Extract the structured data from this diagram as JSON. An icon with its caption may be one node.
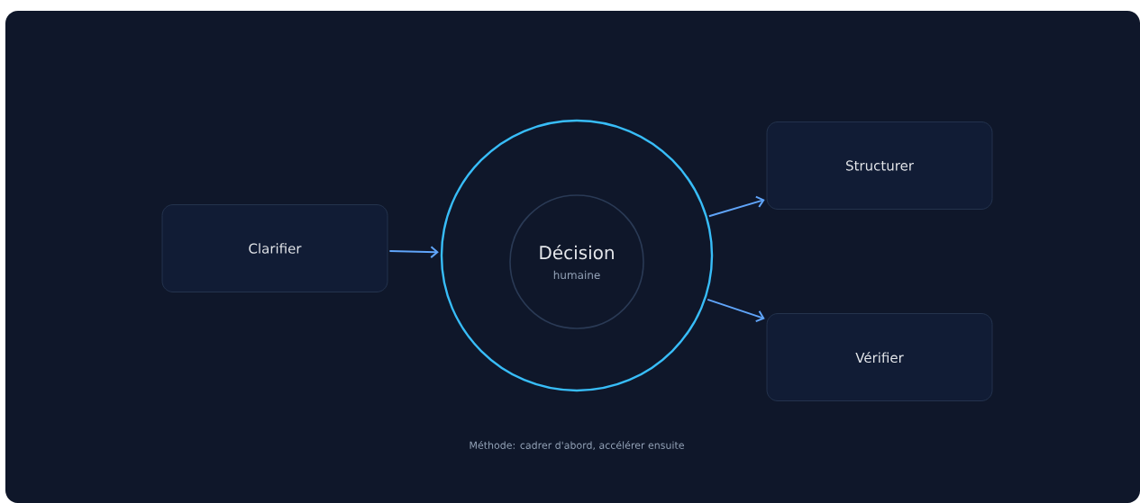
{
  "diagram": {
    "nodes": [
      {
        "text": [
          "Clarifier"
        ]
      },
      {
        "text": [],
        "shape": "circle"
      },
      {
        "text": [
          "Décision",
          "humaine"
        ],
        "in": 1
      },
      {
        "text": [
          "Structurer"
        ]
      },
      {
        "text": [
          "Vérifier"
        ]
      }
    ],
    "edges": [
      {
        "from": 0,
        "to": 1,
        "arrow": "to"
      },
      {
        "from": 1,
        "to": 3,
        "arrow": "to"
      },
      {
        "from": 1,
        "to": 4,
        "arrow": "to"
      }
    ],
    "labels": [
      "Méthode: cadrer d'abord, accélérer ensuite"
    ]
  }
}
